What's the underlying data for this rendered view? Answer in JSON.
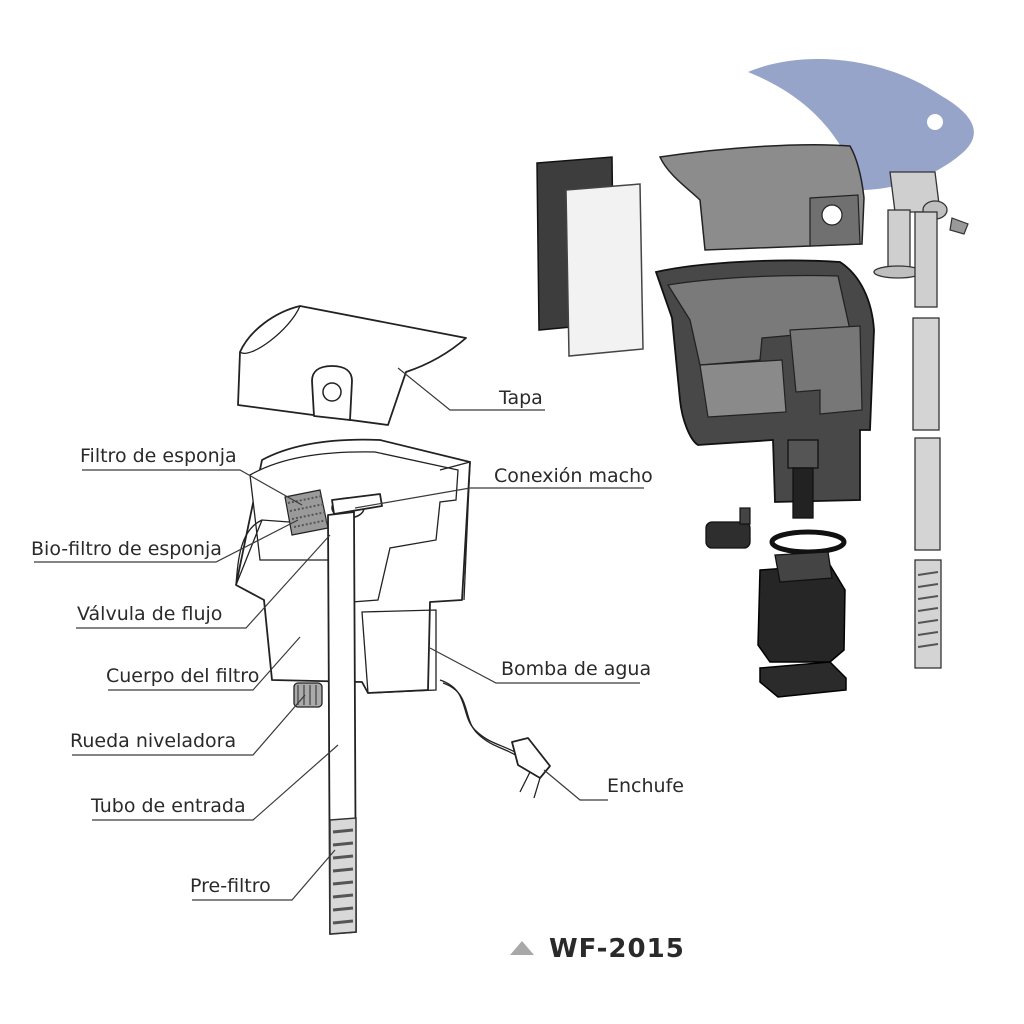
{
  "labels": {
    "tapa": "Tapa",
    "filtro_esponja": "Filtro de esponja",
    "conexion_macho": "Conexión macho",
    "bio_filtro": "Bio-filtro de esponja",
    "valvula": "Válvula de flujo",
    "cuerpo": "Cuerpo del filtro",
    "bomba": "Bomba de agua",
    "rueda": "Rueda niveladora",
    "enchufe": "Enchufe",
    "tubo": "Tubo de entrada",
    "prefiltro": "Pre-filtro"
  },
  "model": "WF-2015",
  "colors": {
    "logo_fish": "#8e9cc4",
    "marker_triangle": "#a8a8a8"
  }
}
